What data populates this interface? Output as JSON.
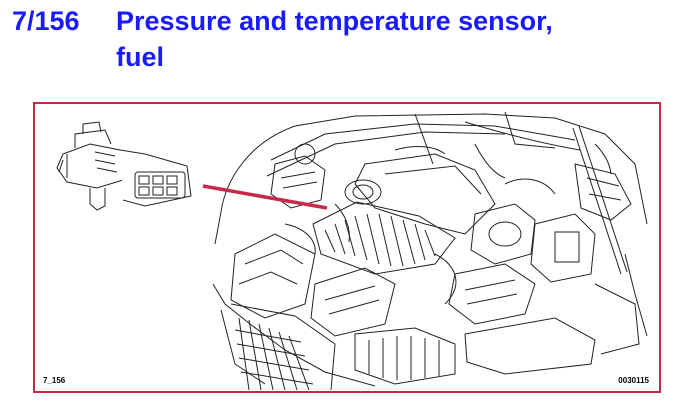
{
  "header": {
    "ref_number": "7/156",
    "title_line1": "Pressure and temperature sensor,",
    "title_line2": "fuel"
  },
  "figure": {
    "id_left": "7_156",
    "id_right": "0030115",
    "pointer_color": "#c8284a",
    "frame_color": "#c8284a",
    "title_color": "#1a1aff"
  }
}
